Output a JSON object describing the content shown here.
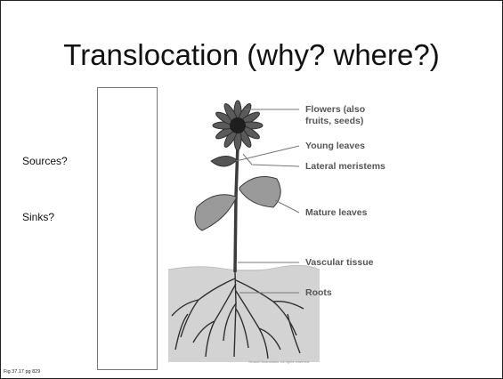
{
  "slide": {
    "title": "Translocation (why? where?)",
    "left_labels": [
      "Sources?",
      "Sinks?"
    ],
    "caption": "Fig 37.17 pg 829"
  },
  "figure": {
    "labels": {
      "flowers_line1": "Flowers (also",
      "flowers_line2": "fruits, seeds)",
      "young_leaves": "Young leaves",
      "lateral_meristems": "Lateral meristems",
      "mature_leaves": "Mature leaves",
      "vascular_tissue": "Vascular tissue",
      "roots": "Roots"
    },
    "credit": "Sinauer Associates. All rights reserved."
  },
  "colors": {
    "soil": "#d3d3d3",
    "plant_dark": "#3c3c3c",
    "leaf": "#9a9a9a",
    "label_gray": "#555555"
  }
}
